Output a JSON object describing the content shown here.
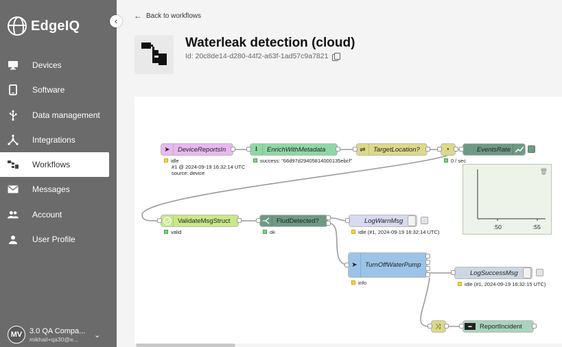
{
  "app": {
    "brand": "EdgeIQ"
  },
  "sidebar": {
    "items": [
      {
        "label": "Devices",
        "icon": "monitor-icon"
      },
      {
        "label": "Software",
        "icon": "tablet-icon"
      },
      {
        "label": "Data management",
        "icon": "usb-icon"
      },
      {
        "label": "Integrations",
        "icon": "hub-icon"
      },
      {
        "label": "Workflows",
        "icon": "workflow-icon",
        "active": true
      },
      {
        "label": "Messages",
        "icon": "mail-icon"
      },
      {
        "label": "Account",
        "icon": "people-icon"
      },
      {
        "label": "User Profile",
        "icon": "person-icon"
      }
    ],
    "account": {
      "initials": "MV",
      "name": "3.0 QA Compa...",
      "email": "mikhail+qa30@e..."
    }
  },
  "header": {
    "back_label": "Back to workflows",
    "title": "Waterleak detection (cloud)",
    "id_text": "Id: 20c8de14-d280-44f2-a63f-1ad57c9a7821"
  },
  "colors": {
    "sidebar_bg": "#6b6b6b",
    "node_pink": "#e8b8f0",
    "node_green": "#8fd8a6",
    "node_yellow": "#ddd98a",
    "node_lime": "#c9e88a",
    "node_darkgreen": "#6e9a85",
    "node_lavender": "#d8daf0",
    "node_blue": "#9bc4e8",
    "node_slate": "#cdd7e2",
    "node_teal": "#a9d3bd"
  },
  "flow": {
    "nodes": [
      {
        "id": "device_reports_in",
        "label": "DeviceReportsIn",
        "icon": "send-icon"
      },
      {
        "id": "enrich",
        "label": "EnrichWithMetadata",
        "icon": "down-arrow-icon"
      },
      {
        "id": "target_location",
        "label": "TargetLocation?",
        "icon": "switch-icon"
      },
      {
        "id": "rate_limiter",
        "label": "",
        "icon": "gauge-icon"
      },
      {
        "id": "events_rate",
        "label": "EventsRate",
        "icon": "chart-icon"
      },
      {
        "id": "validate",
        "label": "ValidateMsgStruct",
        "icon": "check-icon"
      },
      {
        "id": "flud_detected",
        "label": "FludDetected?",
        "icon": "branch-icon"
      },
      {
        "id": "log_warn",
        "label": "LogWarnMsg",
        "icon": ""
      },
      {
        "id": "turn_off",
        "label": "TurnOffWaterPump",
        "icon": "send-icon"
      },
      {
        "id": "log_success",
        "label": "LogSuccessMsg",
        "icon": ""
      },
      {
        "id": "join",
        "label": "",
        "icon": "shuffle-icon"
      },
      {
        "id": "report_incident",
        "label": "ReportIncident",
        "icon": "api-icon"
      }
    ],
    "statuses": {
      "device_reports_in": {
        "state": "idle",
        "line1": "#1 @ 2024-09-19 16:32:14 UTC",
        "line2": "source: device"
      },
      "enrich": "success: \"66d97d29405814000135ebcf\"",
      "rate_limiter": "0 / sec",
      "validate": "valid",
      "flud_detected": "ok",
      "log_warn": "idle (#1, 2024-09-19 16:32:14 UTC)",
      "turn_off": "info",
      "log_success": "idle (#1, 2024-09-19 16:32:15 UTC)"
    },
    "chart": {
      "ticks": [
        ":50",
        ":55"
      ]
    }
  }
}
